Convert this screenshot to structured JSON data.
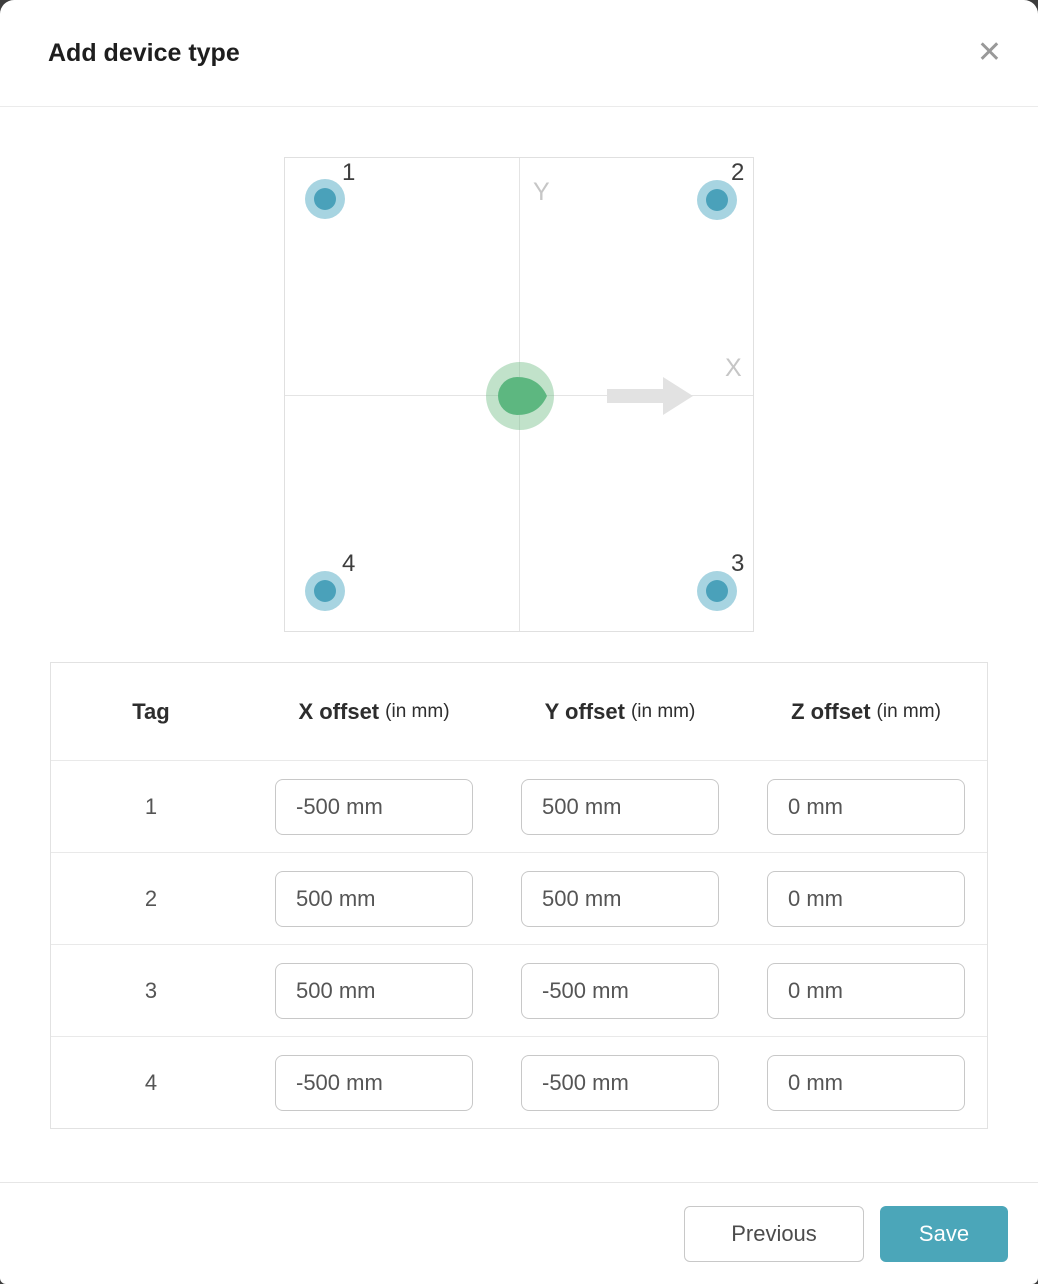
{
  "modal": {
    "title": "Add device type",
    "close_icon": "✕"
  },
  "diagram": {
    "axis_labels": {
      "x": "X",
      "y": "Y"
    },
    "tags": [
      {
        "id": "1",
        "position": "top-left"
      },
      {
        "id": "2",
        "position": "top-right"
      },
      {
        "id": "3",
        "position": "bottom-right"
      },
      {
        "id": "4",
        "position": "bottom-left"
      }
    ],
    "colors": {
      "tag_outer": "#a7d4e1",
      "tag_inner": "#4aa1ba",
      "origin_outer": "#b7dec2",
      "origin_inner": "#5db780",
      "arrow": "#e2e2e2",
      "axis_line": "#e4e4e4"
    }
  },
  "table": {
    "headers": [
      {
        "label": "Tag",
        "unit": ""
      },
      {
        "label": "X offset",
        "unit": "(in mm)"
      },
      {
        "label": "Y offset",
        "unit": "(in mm)"
      },
      {
        "label": "Z offset",
        "unit": "(in mm)"
      }
    ],
    "rows": [
      {
        "tag": "1",
        "x": "-500 mm",
        "y": "500 mm",
        "z": "0 mm"
      },
      {
        "tag": "2",
        "x": "500 mm",
        "y": "500 mm",
        "z": "0 mm"
      },
      {
        "tag": "3",
        "x": "500 mm",
        "y": "-500 mm",
        "z": "0 mm"
      },
      {
        "tag": "4",
        "x": "-500 mm",
        "y": "-500 mm",
        "z": "0 mm"
      }
    ]
  },
  "footer": {
    "previous_label": "Previous",
    "save_label": "Save"
  },
  "colors": {
    "save_button": "#4ba6b9",
    "save_button_text": "#ffffff"
  }
}
